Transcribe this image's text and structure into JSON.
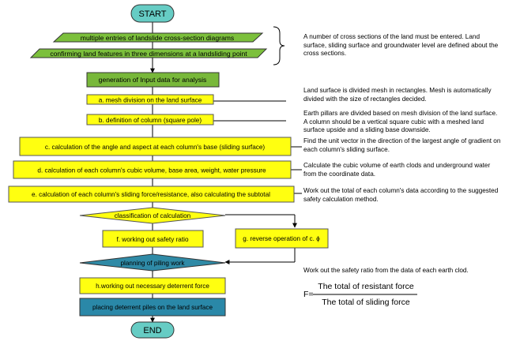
{
  "flow": {
    "start": "START",
    "end": "END",
    "input_1": "multiple entries of landslide cross-section diagrams",
    "input_2": "confirming land features in three dimensions at a landsliding point",
    "generation": "generation of Input data for analysis",
    "step_a": "a. mesh division on the land surface",
    "step_b": "b. definition of column (square pole)",
    "step_c": "c. calculation of the angle and aspect at each column's base (sliding surface)",
    "step_d": "d. calculation of each column's  cubic volume, base area, weight, water pressure",
    "step_e": "e. calculation of each column's sliding force/resistance, also calculating the subtotal",
    "decision_1": "classification of calculation",
    "step_f": "f. working out safety ratio",
    "step_g": "g. reverse operation of c. ϕ",
    "decision_2": "planning of piling work",
    "step_h": "h.working out necessary deterrent force",
    "step_i": "placing deterrent piles on the land surface"
  },
  "notes": {
    "cross_sections": "A number of cross sections of the land must be entered. Land surface, sliding surface and groundwater level are defined about the cross sections.",
    "mesh": "Land surface is divided mesh in rectangles. Mesh is automatically divided with the size of rectangles decided.",
    "pillars": "Earth pillars are divided based on mesh division of the land surface. A column should be a vertical square cubic with a meshed land surface upside and a sliding base downside.",
    "unit_vector": "Find the unit vector in the direction of the largest angle of gradient on each column's sliding surface.",
    "cubic_volume": "Calculate the cubic volume of earth clods and underground water from the coordinate data.",
    "total": "Work out the total of each column's data according to the suggested safety calculation method.",
    "safety_ratio": "Work out the safety ratio from the data of each earth clod."
  },
  "formula": {
    "lhs": "F=",
    "numerator": "The total of resistant force",
    "denominator": "The total of sliding force"
  },
  "colors": {
    "start_end_fill": "#66ccc4",
    "input_fill": "#7cc03c",
    "generation_fill": "#78b83a",
    "step_fill": "#ffff10",
    "decision_2_fill": "#2f8aa6",
    "step_i_fill": "#2a88a8",
    "stroke": "#333333"
  }
}
